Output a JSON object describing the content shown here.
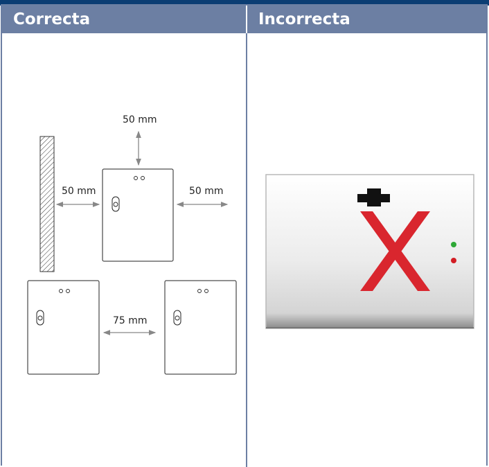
{
  "headers": {
    "correct": "Correcta",
    "incorrect": "Incorrecta"
  },
  "diagram": {
    "top_clearance": "50 mm",
    "left_clearance": "50 mm",
    "right_clearance": "50 mm",
    "between_clearance": "75 mm"
  },
  "colors": {
    "header_bg": "#6c7fa3",
    "top_bar": "#0b3d73",
    "cross": "#d9262e",
    "led_green": "#2ea836",
    "led_red": "#d21d24"
  }
}
